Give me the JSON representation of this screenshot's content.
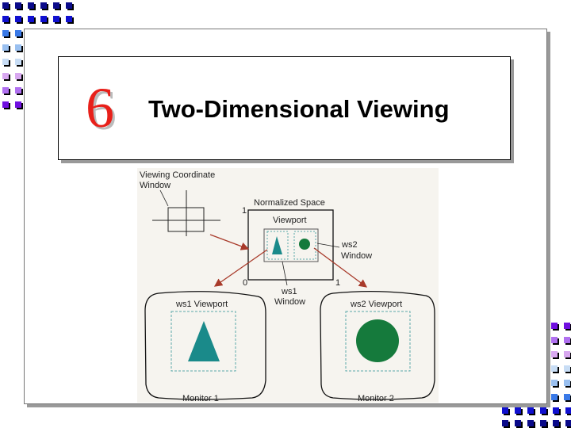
{
  "slide": {
    "chapter_number": "6",
    "title": "Two-Dimensional Viewing"
  },
  "figure": {
    "labels": {
      "vcw_line1": "Viewing Coordinate",
      "vcw_line2": "Window",
      "normalized_space": "Normalized Space",
      "viewport": "Viewport",
      "tick_one_top": "1",
      "tick_zero": "0",
      "tick_one_right": "1",
      "ws2_window_1": "ws2",
      "ws2_window_2": "Window",
      "ws1_window_1": "ws1",
      "ws1_window_2": "Window",
      "ws1_viewport": "ws1 Viewport",
      "ws2_viewport": "ws2 Viewport",
      "monitor1": "Monitor 1",
      "monitor2": "Monitor 2"
    },
    "colors": {
      "triangle": "#1a8a8a",
      "circle": "#157a3c",
      "arrow": "#a83a2a",
      "dash": "#5aa8a8",
      "background": "#f6f4ef"
    }
  },
  "decor": {
    "colors": [
      "#0a0a8a",
      "#1010d0",
      "#3a7ae8",
      "#9ac0f0",
      "#c8ddf5",
      "#d8a8f0",
      "#b070f0",
      "#7010e0"
    ]
  }
}
